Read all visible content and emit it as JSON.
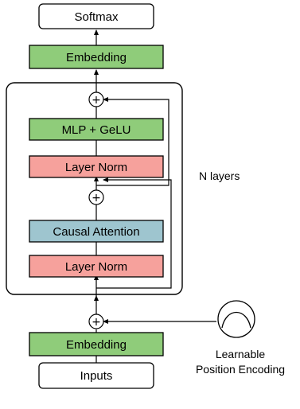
{
  "diagram": {
    "softmax": "Softmax",
    "top_embedding": "Embedding",
    "mlp": "MLP + GeLU",
    "layer_norm_top": "Layer Norm",
    "causal_attention": "Causal Attention",
    "layer_norm_bottom": "Layer Norm",
    "bottom_embedding": "Embedding",
    "inputs": "Inputs",
    "n_layers": "N layers",
    "position_encoding_line1": "Learnable",
    "position_encoding_line2": "Position Encoding",
    "plus_symbol": "+",
    "colors": {
      "embedding": "#8fcc7a",
      "mlp": "#8fcc7a",
      "layer_norm": "#f6a19c",
      "attention": "#9ec5cf",
      "io": "#ffffff"
    }
  }
}
